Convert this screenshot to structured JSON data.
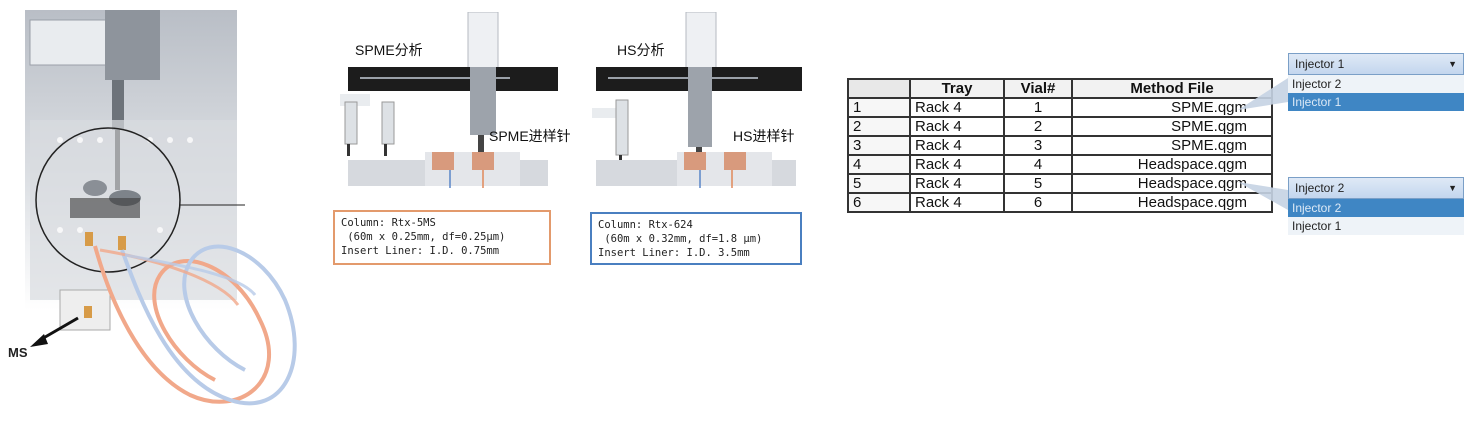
{
  "instrument": {
    "ms_label": "MS"
  },
  "spme": {
    "title": "SPME分析",
    "needle_label": "SPME进样针",
    "column_line1": "Column: Rtx-5MS",
    "column_line2": " (60m x 0.25mm, df=0.25μm)",
    "liner": "Insert Liner: I.D. 0.75mm",
    "border_color": "#e39a6c"
  },
  "hs": {
    "title": "HS分析",
    "needle_label": "HS进样针",
    "column_line1": "Column: Rtx-624",
    "column_line2": " (60m x 0.32mm, df=1.8 μm)",
    "liner": "Insert Liner: I.D. 3.5mm",
    "border_color": "#4a7fc0"
  },
  "sequence_table": {
    "headers": [
      "",
      "Tray",
      "Vial#",
      "Method File"
    ],
    "rows": [
      {
        "num": "1",
        "tray": "Rack 4",
        "vial": "1",
        "file": "SPME.qgm"
      },
      {
        "num": "2",
        "tray": "Rack 4",
        "vial": "2",
        "file": "SPME.qgm"
      },
      {
        "num": "3",
        "tray": "Rack 4",
        "vial": "3",
        "file": "SPME.qgm"
      },
      {
        "num": "4",
        "tray": "Rack 4",
        "vial": "4",
        "file": "Headspace.qgm"
      },
      {
        "num": "5",
        "tray": "Rack 4",
        "vial": "5",
        "file": "Headspace.qgm"
      },
      {
        "num": "6",
        "tray": "Rack 4",
        "vial": "6",
        "file": "Headspace.qgm"
      }
    ]
  },
  "dropdown_1": {
    "selected": "Injector 1",
    "options": [
      "Injector 2",
      "Injector 1"
    ]
  },
  "dropdown_2": {
    "selected": "Injector 2",
    "options": [
      "Injector 2",
      "Injector 1"
    ]
  }
}
